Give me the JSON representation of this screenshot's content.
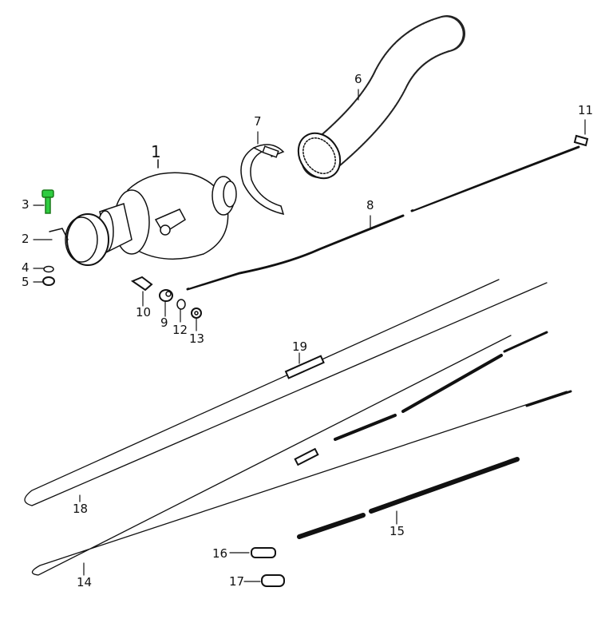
{
  "diagram": {
    "highlight_color": "#2ecc40",
    "parts": [
      {
        "number": "1",
        "name": "heater-box"
      },
      {
        "number": "2",
        "name": "clamp"
      },
      {
        "number": "3",
        "name": "bolt",
        "highlighted": true
      },
      {
        "number": "4",
        "name": "washer"
      },
      {
        "number": "5",
        "name": "nut"
      },
      {
        "number": "6",
        "name": "flexible-hose"
      },
      {
        "number": "7",
        "name": "hose-clamp"
      },
      {
        "number": "8",
        "name": "rod"
      },
      {
        "number": "9",
        "name": "sleeve"
      },
      {
        "number": "10",
        "name": "screw-fitting"
      },
      {
        "number": "11",
        "name": "end-fitting"
      },
      {
        "number": "12",
        "name": "washer-small"
      },
      {
        "number": "13",
        "name": "nut-small"
      },
      {
        "number": "14",
        "name": "cable-long"
      },
      {
        "number": "15",
        "name": "guide-tube"
      },
      {
        "number": "16",
        "name": "sleeve-16"
      },
      {
        "number": "17",
        "name": "sleeve-17"
      },
      {
        "number": "18",
        "name": "cable"
      },
      {
        "number": "19",
        "name": "cable-connector"
      }
    ]
  }
}
